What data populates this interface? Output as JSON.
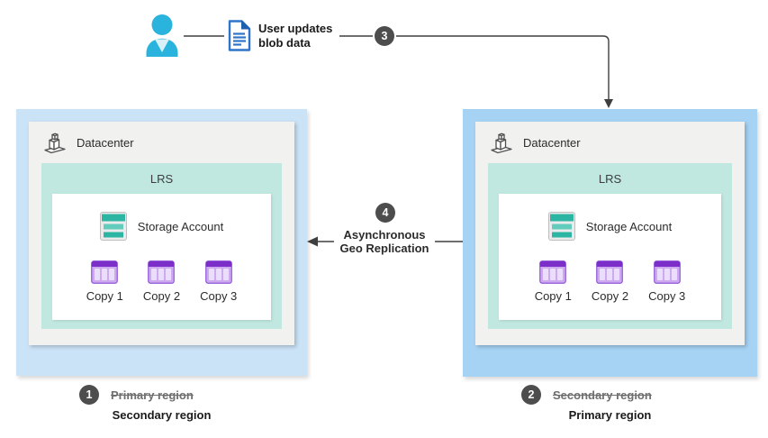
{
  "diagram": {
    "flow": {
      "user_action": "User updates blob data",
      "step_badge": "3"
    },
    "replication": {
      "step_badge": "4",
      "label_line1": "Asynchronous",
      "label_line2": "Geo Replication"
    },
    "regions": [
      {
        "id": "left",
        "step_badge": "1",
        "former_role": "Primary region",
        "current_role": "Secondary region",
        "datacenter_label": "Datacenter",
        "redundancy_label": "LRS",
        "storage_label": "Storage Account",
        "copies": [
          "Copy 1",
          "Copy 2",
          "Copy 3"
        ]
      },
      {
        "id": "right",
        "step_badge": "2",
        "former_role": "Secondary region",
        "current_role": "Primary region",
        "datacenter_label": "Datacenter",
        "redundancy_label": "LRS",
        "storage_label": "Storage Account",
        "copies": [
          "Copy 1",
          "Copy 2",
          "Copy 3"
        ]
      }
    ],
    "icons": {
      "person": "person-icon",
      "document": "blob-document-icon",
      "datacenter": "datacenter-icon",
      "storage": "storage-account-icon",
      "copy": "copy-table-icon"
    },
    "colors": {
      "secondary_region_fill": "#CBE3F7",
      "primary_region_fill": "#A6D3F4",
      "datacenter_panel_fill": "#F1F1F0",
      "lrs_fill": "#C0E8E1",
      "badge_fill": "#4D4D4D",
      "connector": "#3F3F3F",
      "storage_teal": "#2CB5A3",
      "copy_purple": "#7C2FC8",
      "person_cyan": "#2AB3DC",
      "document_blue": "#2E74C9"
    }
  }
}
